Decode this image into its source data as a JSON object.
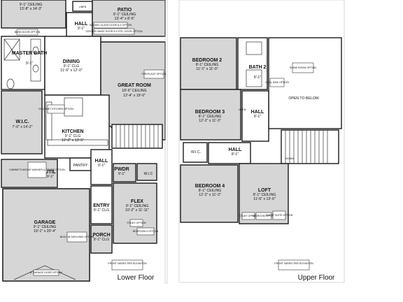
{
  "lower_floor": {
    "title": "Lower Floor",
    "rooms": [
      {
        "name": "",
        "line1": "9'-1\" CEILING",
        "line2": "13'-8\" x 14'-3\""
      },
      {
        "name": "PATIO",
        "line1": "9'-1\" CEILING",
        "line2": "13'-4\" x 8'-6\""
      },
      {
        "name": "HALL",
        "line1": "9'-1\"",
        "line2": ""
      },
      {
        "name": "MASTER BATH",
        "line1": "9'-1\"",
        "line2": ""
      },
      {
        "name": "DINING",
        "line1": "9'-1\" CLG",
        "line2": "11'-6\" x 12'-0\""
      },
      {
        "name": "GREAT ROOM",
        "line1": "18'-6\" CEILING",
        "line2": "13'-4\" x 19'-6\""
      },
      {
        "name": "W.I.C.",
        "line1": "7'-0\" x 14'-2\"",
        "line2": ""
      },
      {
        "name": "KITCHEN",
        "line1": "9'-1\" CLG",
        "line2": "12'-0\" x 13'-5\""
      },
      {
        "name": "HALL",
        "line1": "9'-1\"",
        "line2": ""
      },
      {
        "name": "UTIL",
        "line1": "9'-1\"",
        "line2": ""
      },
      {
        "name": "PWDR",
        "line1": "9'-1\"",
        "line2": ""
      },
      {
        "name": "W.I.C",
        "line1": "",
        "line2": ""
      },
      {
        "name": "FLEX",
        "line1": "9'-1\" CEILING",
        "line2": "10'-2\" x 11'-11\""
      },
      {
        "name": "GARAGE",
        "line1": "9'-1\" CEILING",
        "line2": "19'-1\" x 20'-4\""
      },
      {
        "name": "ENTRY",
        "line1": "9'-1\" CLG",
        "line2": ""
      },
      {
        "name": "PORCH",
        "line1": "9'-1\" CLG",
        "line2": ""
      },
      {
        "name": "PANTRY",
        "line1": "",
        "line2": ""
      }
    ],
    "options": [
      "LINEN",
      "BARN DOOR OPTION",
      "SLIDING GLASS DOOR 8-0 OPTION",
      "CENTER HINGE DOOR 8-0 STD. DOOR OPTION",
      "FIREPLACE OPTION",
      "GOURMET KITCHEN OPTION",
      "CABINETS ABOVE WASHER & DRYER OPTION",
      "BUILT-IN SHELVING OPTION",
      "STUDY OPTION",
      "BEDROOM 5 OPTION",
      "8' GARAGE DOOR OPTION"
    ],
    "front_note": "FRONT VARIES PER ELEVATION"
  },
  "upper_floor": {
    "title": "Upper Floor",
    "rooms": [
      {
        "name": "BEDROOM 2",
        "line1": "8'-1\" CEILING",
        "line2": "11'-1\" x 11'-0\""
      },
      {
        "name": "BATH 2",
        "line1": "8'-1\"",
        "line2": ""
      },
      {
        "name": "BEDROOM 3",
        "line1": "8'-1\" CEILING",
        "line2": "12'-2\" x 11'-3\""
      },
      {
        "name": "HALL",
        "line1": "8'-1\"",
        "line2": ""
      },
      {
        "name": "W.I.C.",
        "line1": "",
        "line2": ""
      },
      {
        "name": "HALL",
        "line1": "8'-1\"",
        "line2": ""
      },
      {
        "name": "BEDROOM 4",
        "line1": "8'-1\" CEILING",
        "line2": "12'-2\" x 11'-3\""
      },
      {
        "name": "LOFT",
        "line1": "8'-1\" CEILING",
        "line2": "11'-6\" x 13'-6\""
      },
      {
        "name": "OPEN TO BELOW",
        "line1": "",
        "line2": ""
      }
    ],
    "options": [
      "SHINE ROOM OPTION",
      "DUAL SINK OPTION",
      "STUDY OPTION",
      "BEDROOM OPTION",
      "GUEST SUITE OPTION",
      "LINEN"
    ],
    "front_note": "FRONT VARIES PER ELEVATION",
    "down_label": "DOWN"
  }
}
